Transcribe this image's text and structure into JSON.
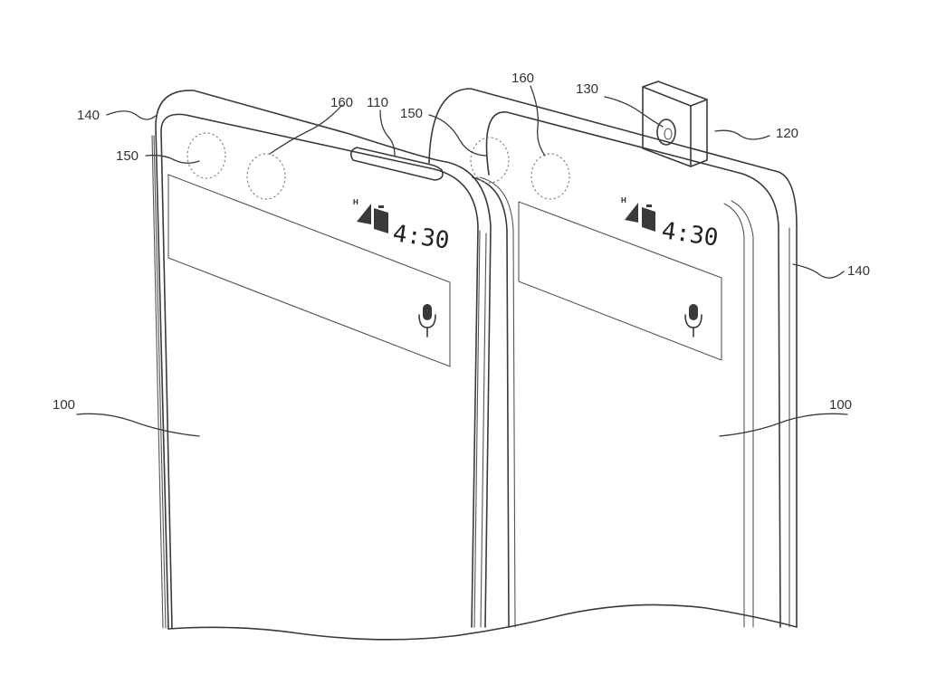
{
  "figure": {
    "references": {
      "device_left": "100",
      "device_right": "100",
      "hole_slot": "110",
      "camera_module": "120",
      "camera_lens": "130",
      "frame_left": "140",
      "frame_right": "140",
      "sensor_left": "150",
      "sensor_right": "150",
      "proximity_left": "160",
      "proximity_right": "160"
    },
    "status_bar": {
      "left_time": "4:30",
      "right_time": "4:30",
      "left_network": "H",
      "right_network": "H"
    },
    "icons": {
      "signal": "signal-icon",
      "battery": "battery-icon",
      "microphone": "microphone-icon",
      "camera": "camera-lens-icon"
    }
  }
}
